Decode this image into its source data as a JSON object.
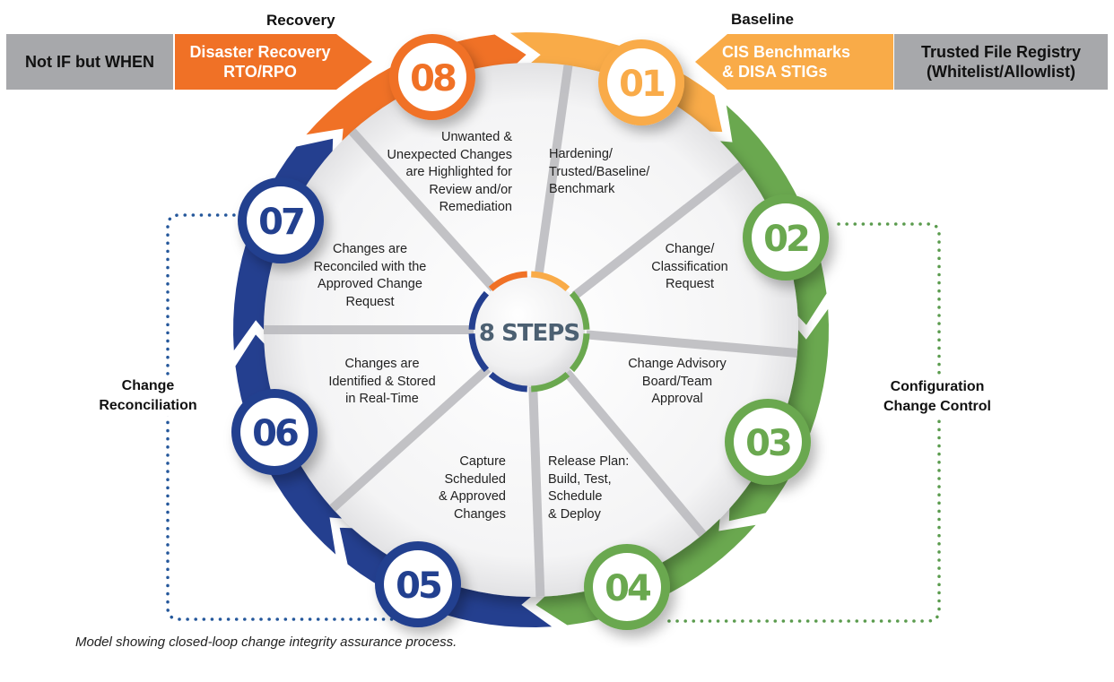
{
  "header": {
    "left_caption": "Recovery",
    "right_caption": "Baseline",
    "left_gray_box": "Not IF but WHEN",
    "left_arrow_box": [
      "Disaster Recovery",
      "RTO/RPO"
    ],
    "right_arrow_box": [
      "CIS Benchmarks",
      "& DISA STIGs"
    ],
    "right_gray_box": [
      "Trusted File Registry",
      "(Whitelist/Allowlist)"
    ]
  },
  "center": {
    "label": "8 STEPS"
  },
  "colors": {
    "orange_dark": "#f07126",
    "orange_light": "#f9ab48",
    "green": "#6aa84f",
    "blue": "#243f8f",
    "gray_box": "#a7a8ab",
    "center_text": "#4c6072"
  },
  "steps": [
    {
      "number": "01",
      "color": "#f9ab48",
      "text": "Hardening/\nTrusted/Baseline/\nBenchmark"
    },
    {
      "number": "02",
      "color": "#6aa84f",
      "text": "Change/\nClassification\nRequest"
    },
    {
      "number": "03",
      "color": "#6aa84f",
      "text": "Change Advisory\nBoard/Team\nApproval"
    },
    {
      "number": "04",
      "color": "#6aa84f",
      "text": "Release Plan:\nBuild, Test,\nSchedule\n& Deploy"
    },
    {
      "number": "05",
      "color": "#243f8f",
      "text": "Capture\nScheduled\n& Approved\nChanges"
    },
    {
      "number": "06",
      "color": "#243f8f",
      "text": "Changes are\nIdentified & Stored\nin Real-Time"
    },
    {
      "number": "07",
      "color": "#243f8f",
      "text": "Changes are\nReconciled with the\nApproved Change\nRequest"
    },
    {
      "number": "08",
      "color": "#f07126",
      "text": "Unwanted &\nUnexpected Changes\nare Highlighted for\nReview and/or\nRemediation"
    }
  ],
  "side_labels": {
    "left": "Change\nReconciliation",
    "right": "Configuration\nChange Control"
  },
  "caption": "Model showing closed-loop change integrity assurance process."
}
